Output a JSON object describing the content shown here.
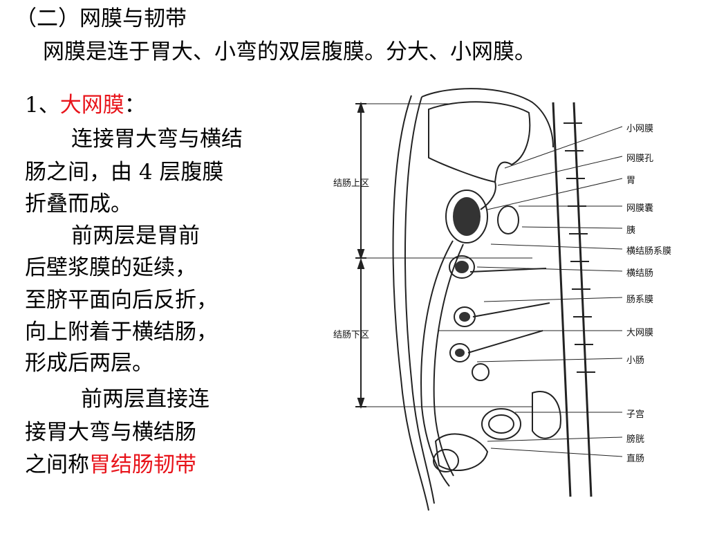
{
  "heading": {
    "title": "（二）网膜与韧带",
    "subtitle": "网膜是连于胃大、小弯的双层腹膜。分大、小网膜。"
  },
  "section": {
    "number": "1、",
    "term": "大网膜",
    "colon": "：",
    "paragraph1": [
      "连接胃大弯与横结",
      "肠之间，由 4 层腹膜",
      "折叠而成。"
    ],
    "paragraph2": [
      "前两层是胃前",
      "后壁浆膜的延续，",
      "至脐平面向后反折，",
      "向上附着于横结肠，",
      "形成后两层。"
    ],
    "paragraph3_lines": [
      "前两层直接连",
      "接胃大弯与横结肠"
    ],
    "paragraph3_last_prefix": "之间称",
    "paragraph3_highlight": "胃结肠韧带"
  },
  "figure": {
    "left_labels": [
      "结肠上区",
      "结肠下区"
    ],
    "right_labels": [
      "小网膜",
      "网膜孔",
      "胃",
      "网膜囊",
      "胰",
      "横结肠系膜",
      "横结肠",
      "肠系膜",
      "大网膜",
      "小肠",
      "子宫",
      "膀胱",
      "直肠"
    ]
  },
  "colors": {
    "highlight": "#e8141b",
    "text": "#000000",
    "line_art": "#222222"
  }
}
